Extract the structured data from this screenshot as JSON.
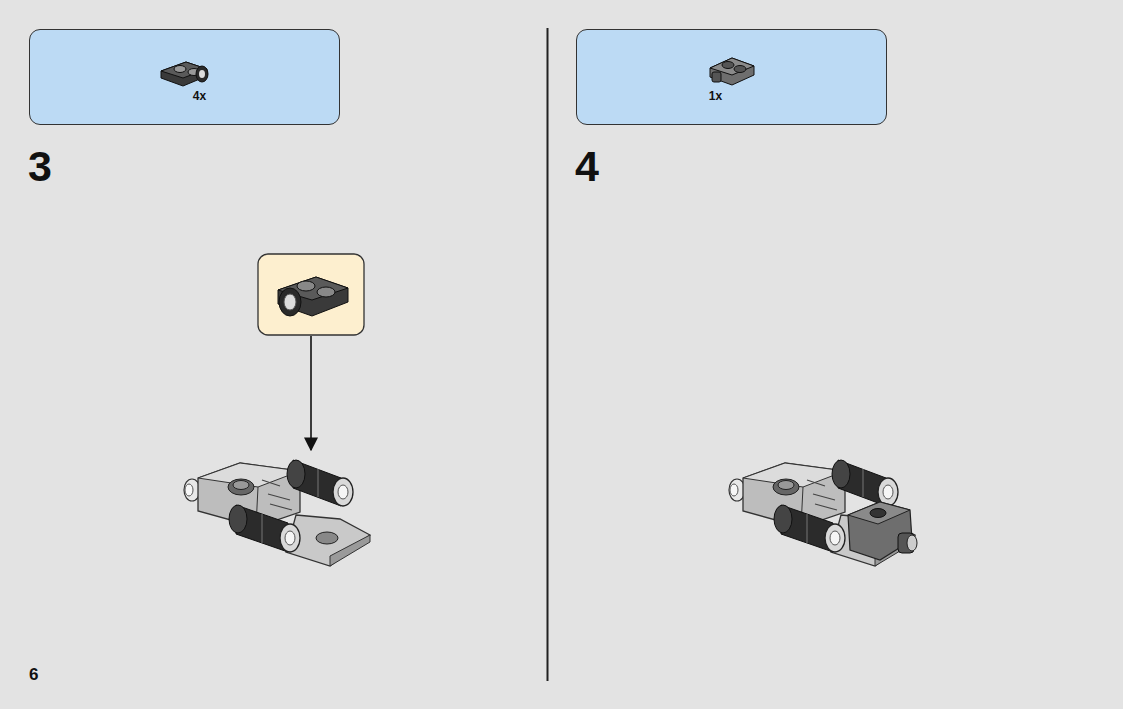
{
  "diagram": {
    "nodes": [
      {
        "text": [
          "4x"
        ]
      },
      {
        "text": [
          "1x"
        ]
      }
    ],
    "labels": [
      "3",
      "4",
      "6"
    ]
  }
}
